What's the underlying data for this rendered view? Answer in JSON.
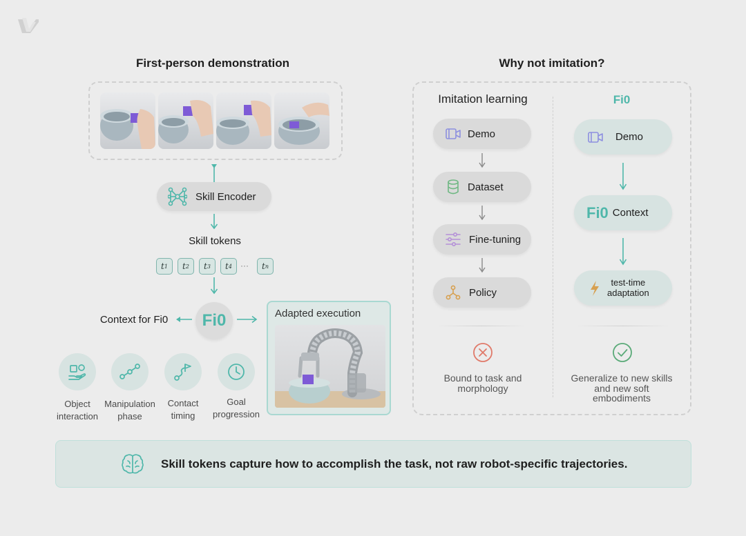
{
  "left": {
    "title": "First-person demonstration",
    "encoder_label": "Skill Encoder",
    "tokens_label": "Skill tokens",
    "tokens": [
      {
        "base": "t",
        "sub": "1"
      },
      {
        "base": "t",
        "sub": "2"
      },
      {
        "base": "t",
        "sub": "3"
      },
      {
        "base": "t",
        "sub": "4"
      },
      {
        "base": "t",
        "sub": "n"
      }
    ],
    "ellipsis": "···",
    "context_label": "Context for Fi0",
    "fi0_logo": "Fi0",
    "execution_label": "Adapted execution",
    "aspects": [
      {
        "line1": "Object",
        "line2": "interaction",
        "icon": "hand-object-icon"
      },
      {
        "line1": "Manipulation",
        "line2": "phase",
        "icon": "phase-graph-icon"
      },
      {
        "line1": "Contact",
        "line2": "timing",
        "icon": "flag-path-icon"
      },
      {
        "line1": "Goal",
        "line2": "progression",
        "icon": "clock-icon"
      }
    ]
  },
  "right": {
    "title": "Why not imitation?",
    "imitation": {
      "heading": "Imitation learning",
      "steps": [
        {
          "label": "Demo",
          "icon": "video-icon"
        },
        {
          "label": "Dataset",
          "icon": "database-icon"
        },
        {
          "label": "Fine-tuning",
          "icon": "sliders-icon"
        },
        {
          "label": "Policy",
          "icon": "policy-graph-icon"
        }
      ],
      "outcome_line1": "Bound to task and",
      "outcome_line2": "morphology"
    },
    "fi0": {
      "heading": "Fi0",
      "demo_label": "Demo",
      "context_logo": "Fi0",
      "context_label": "Context",
      "adapt_line1": "test-time",
      "adapt_line2": "adaptation",
      "outcome_line1": "Generalize to new skills",
      "outcome_line2": "and new soft",
      "outcome_line3": "embodiments"
    }
  },
  "banner": {
    "text": "Skill tokens capture how to accomplish the task, not raw robot-specific trajectories."
  },
  "colors": {
    "teal": "#4fb7aa",
    "purple": "#7e5bd6",
    "red": "#e07a6a",
    "green": "#5aaa78",
    "gold": "#d7a050"
  }
}
